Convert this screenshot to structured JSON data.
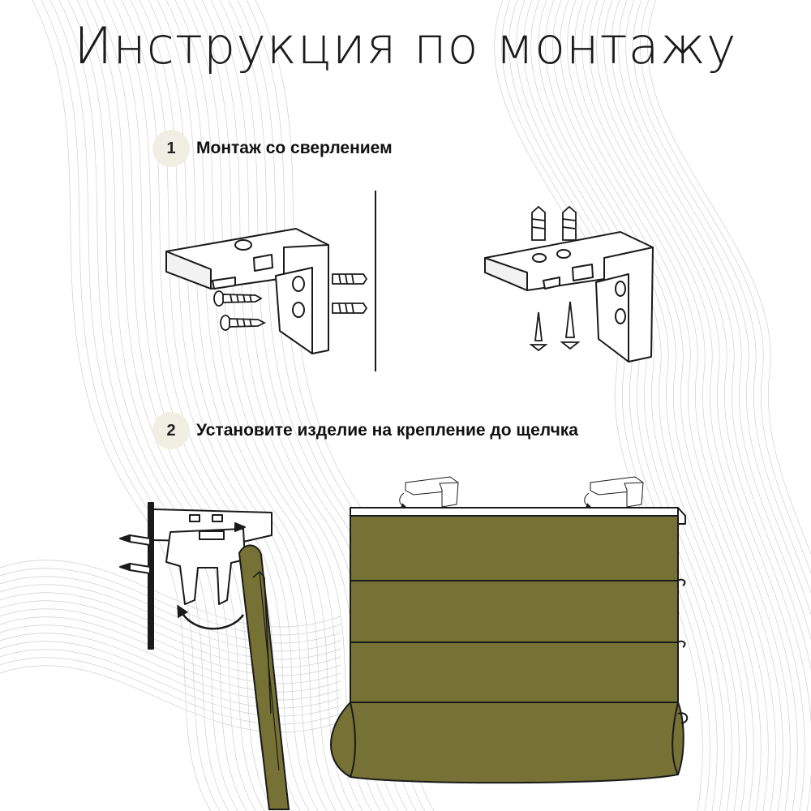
{
  "document": {
    "title": "Инструкция по монтажу",
    "steps": [
      {
        "number": "1",
        "label": "Монтаж со сверлением"
      },
      {
        "number": "2",
        "label": "Установите изделие на крепление до щелчка"
      }
    ]
  },
  "colors": {
    "fabric": "#767235",
    "line": "#1a1a1a",
    "step_badge": "#f1efe4",
    "wave": "#cfcfcf"
  }
}
